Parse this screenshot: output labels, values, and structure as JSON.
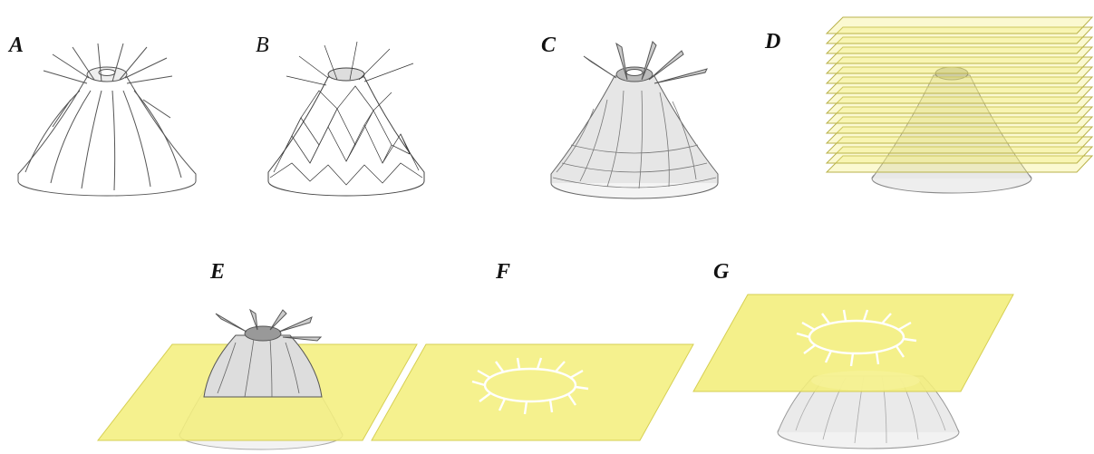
{
  "figure": {
    "panels": [
      {
        "id": "A",
        "label": "A"
      },
      {
        "id": "B",
        "label": "B"
      },
      {
        "id": "C",
        "label": "C"
      },
      {
        "id": "D",
        "label": "D"
      },
      {
        "id": "E",
        "label": "E"
      },
      {
        "id": "F",
        "label": "F"
      },
      {
        "id": "G",
        "label": "G"
      }
    ],
    "colors": {
      "plane_fill": "#f3ee7a",
      "plane_stroke": "#d6cf52",
      "line": "#555555",
      "background": "#ffffff"
    }
  }
}
